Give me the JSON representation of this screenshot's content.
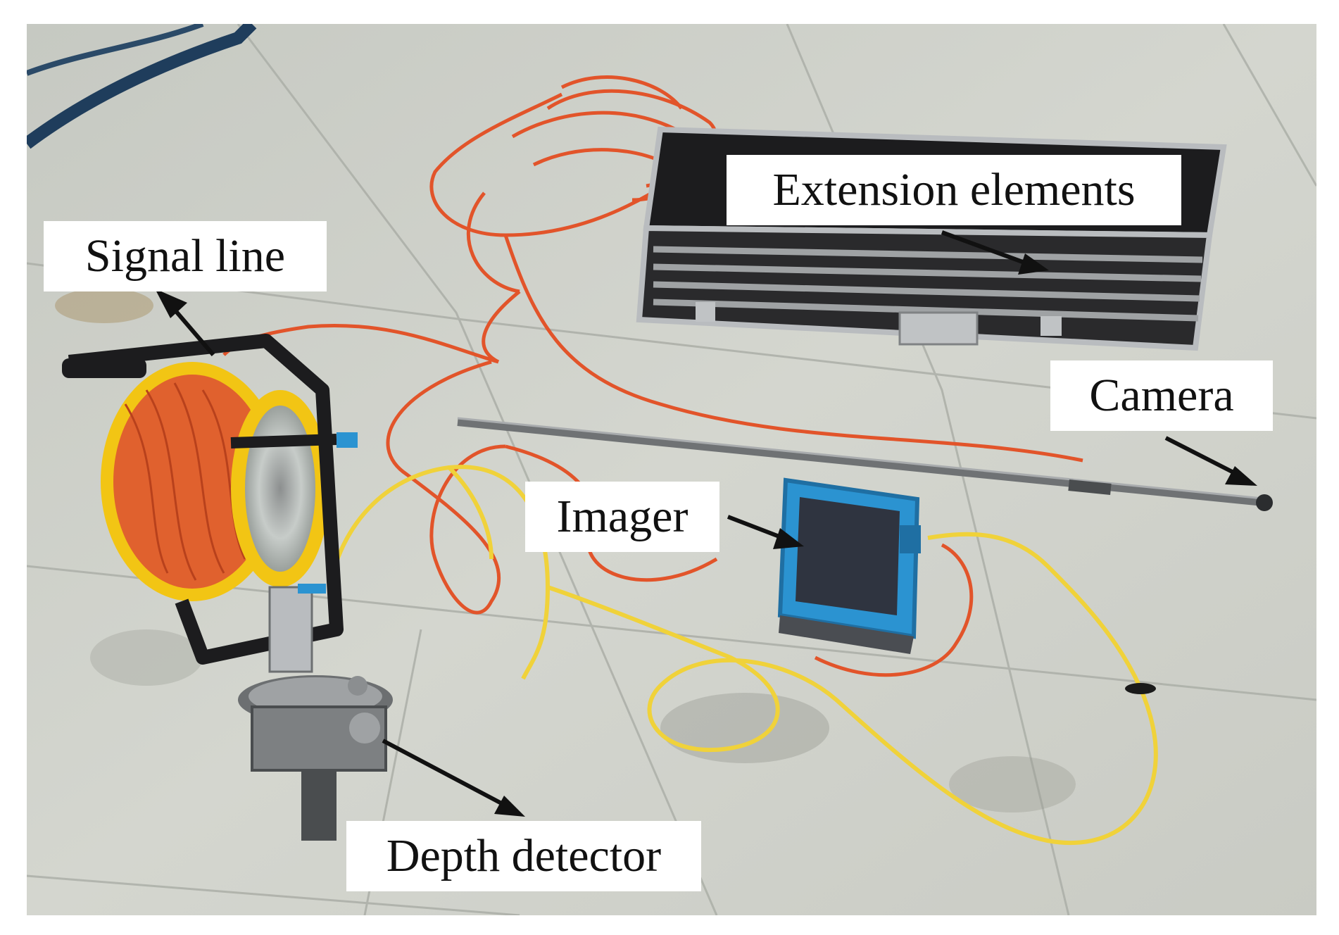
{
  "figure": {
    "labels": {
      "signal_line": "Signal line",
      "extension_elements": "Extension elements",
      "camera": "Camera",
      "imager": "Imager",
      "depth_detector": "Depth detector"
    },
    "colors": {
      "floor": "#cfd2cb",
      "orange_cable": "#e2542a",
      "yellow_cable": "#f0d23a",
      "reel_yellow": "#f2c514",
      "imager_blue": "#2b93d1",
      "case_black": "#1c1c1e",
      "case_metal": "#b9bcbf",
      "arrow": "#111111",
      "label_background": "#ffffff"
    }
  }
}
